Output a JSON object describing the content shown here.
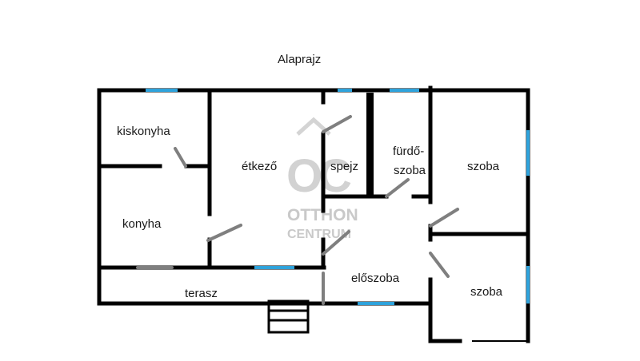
{
  "title": "Alaprajz",
  "rooms": {
    "kiskonyha": "kiskonyha",
    "konyha": "konyha",
    "etkezo": "étkező",
    "spejz": "spejz",
    "furdo_line1": "fürdő-",
    "furdo_line2": "szoba",
    "szoba_upper": "szoba",
    "szoba_lower": "szoba",
    "eloszoba": "előszoba",
    "terasz": "terasz"
  },
  "watermark": {
    "logo_line1": "OTTHON",
    "logo_line2": "CENTRUM"
  },
  "colors": {
    "wall": "#000000",
    "window": "#2ea3dc",
    "door": "#7f7f7f",
    "watermark": "#c9c9c9"
  }
}
